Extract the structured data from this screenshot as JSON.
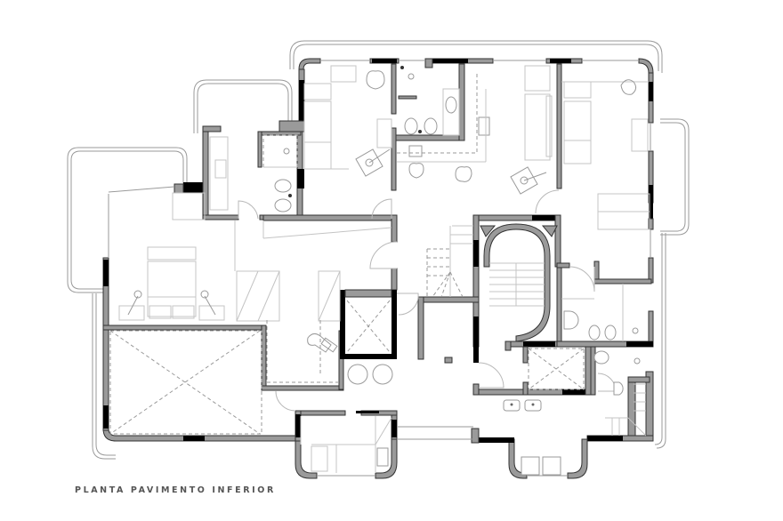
{
  "drawing": {
    "title": "PLANTA PAVIMENTO INFERIOR",
    "type": "architectural floor plan",
    "colors": {
      "wall_fill": "#9a9a9a",
      "wall_outline": "#333333",
      "column_fill": "#000000",
      "furniture_line": "#c4c4c4",
      "background": "#ffffff",
      "caption_text": "#555555"
    }
  },
  "rooms": [
    {
      "id": "bedroom-west",
      "label": "Bedroom with double bed and nightstands"
    },
    {
      "id": "void-west",
      "label": "Void / open area (X-marked)"
    },
    {
      "id": "bathroom-west",
      "label": "Bathroom with shower, bidet, toilet, vanity"
    },
    {
      "id": "bedroom-north-west",
      "label": "Bedroom with bed, desk and armchair"
    },
    {
      "id": "bathroom-north",
      "label": "Bathroom with bidet, toilet, tub"
    },
    {
      "id": "living-north",
      "label": "Living area with sofas and armchairs"
    },
    {
      "id": "bedroom-north-east",
      "label": "Bedroom with bed and desk"
    },
    {
      "id": "staircase-central",
      "label": "Oval staircase"
    },
    {
      "id": "elevator",
      "label": "Elevator shaft (X-marked)"
    },
    {
      "id": "lift-secondary",
      "label": "Secondary shaft (X-marked)"
    },
    {
      "id": "bathroom-east",
      "label": "Bathroom with bidet, toilet, sink"
    },
    {
      "id": "service-stair",
      "label": "Service staircase"
    },
    {
      "id": "laundry-south",
      "label": "Laundry with washer and dryer"
    },
    {
      "id": "kitchen-south",
      "label": "Kitchenette"
    }
  ]
}
